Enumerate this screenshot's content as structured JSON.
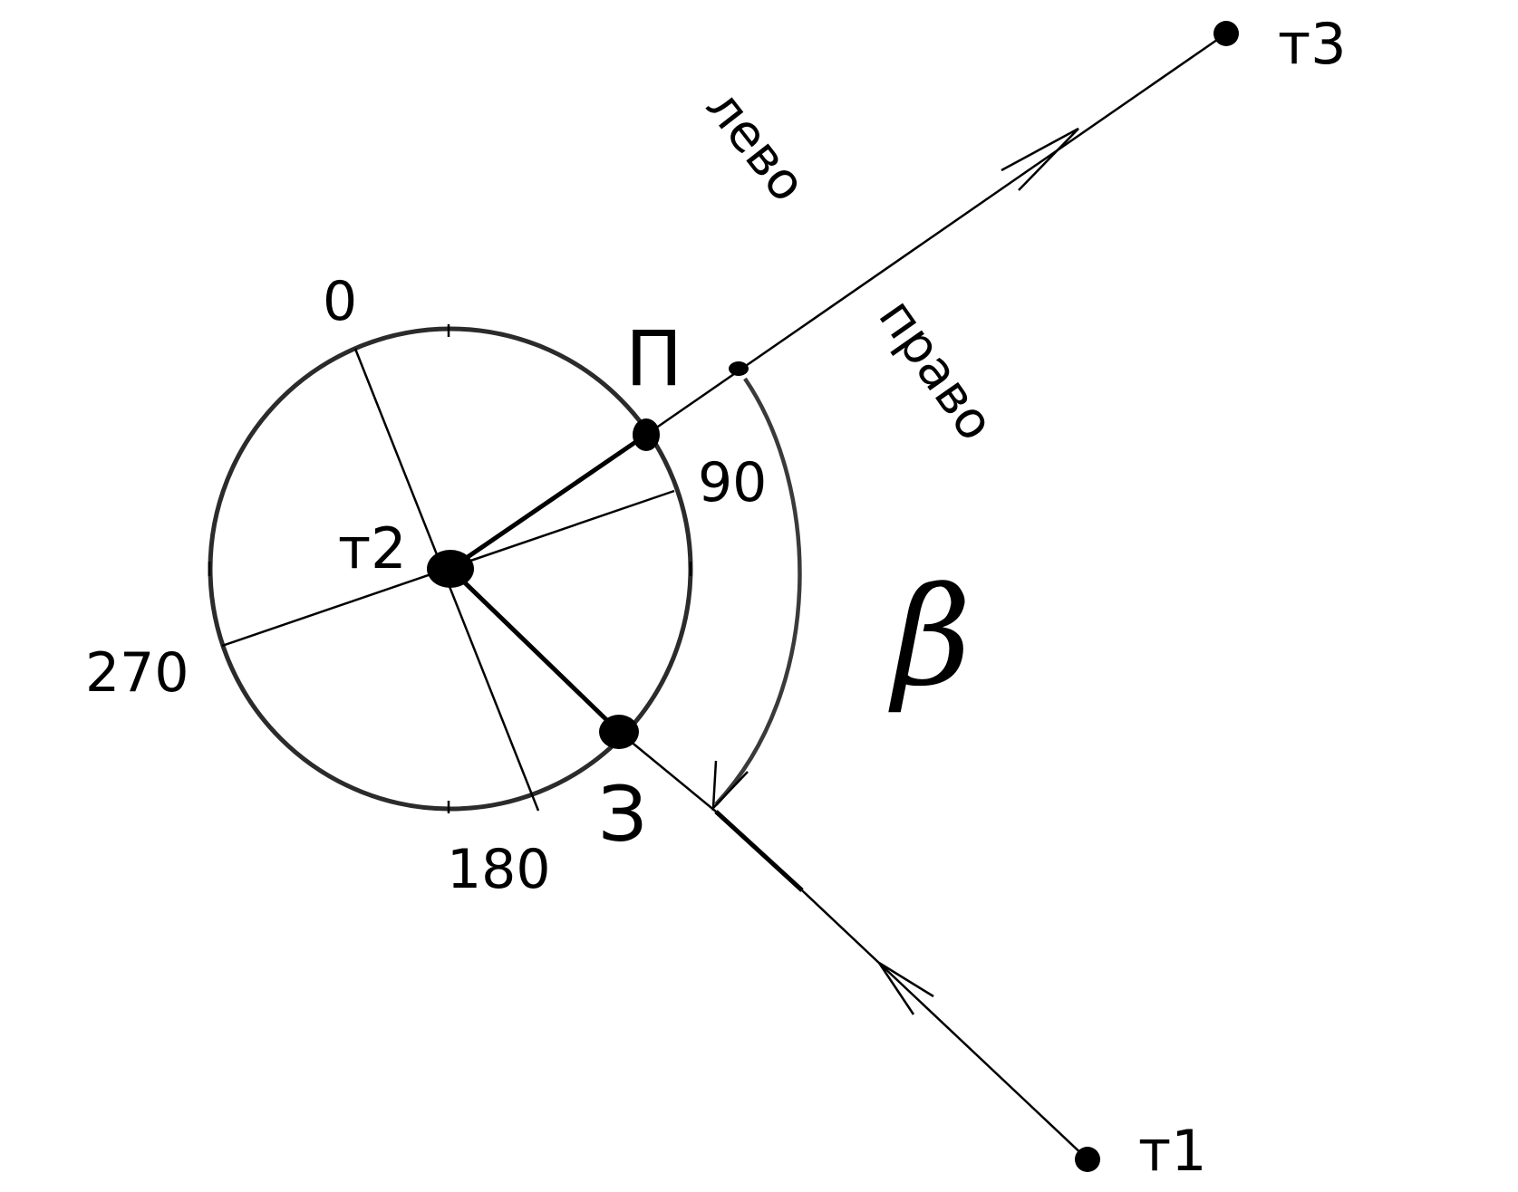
{
  "labels": {
    "t1": "т1",
    "t2": "т2",
    "t3": "т3",
    "deg_0": "0",
    "deg_90": "90",
    "deg_180": "180",
    "deg_270": "270",
    "p_marker": "П",
    "z_marker": "З",
    "left": "лево",
    "right": "право",
    "angle": "β"
  },
  "colors": {
    "ink": "#000000",
    "circle": "#2b2b2b",
    "arc": "#3a3a3a",
    "background": "#ffffff"
  }
}
